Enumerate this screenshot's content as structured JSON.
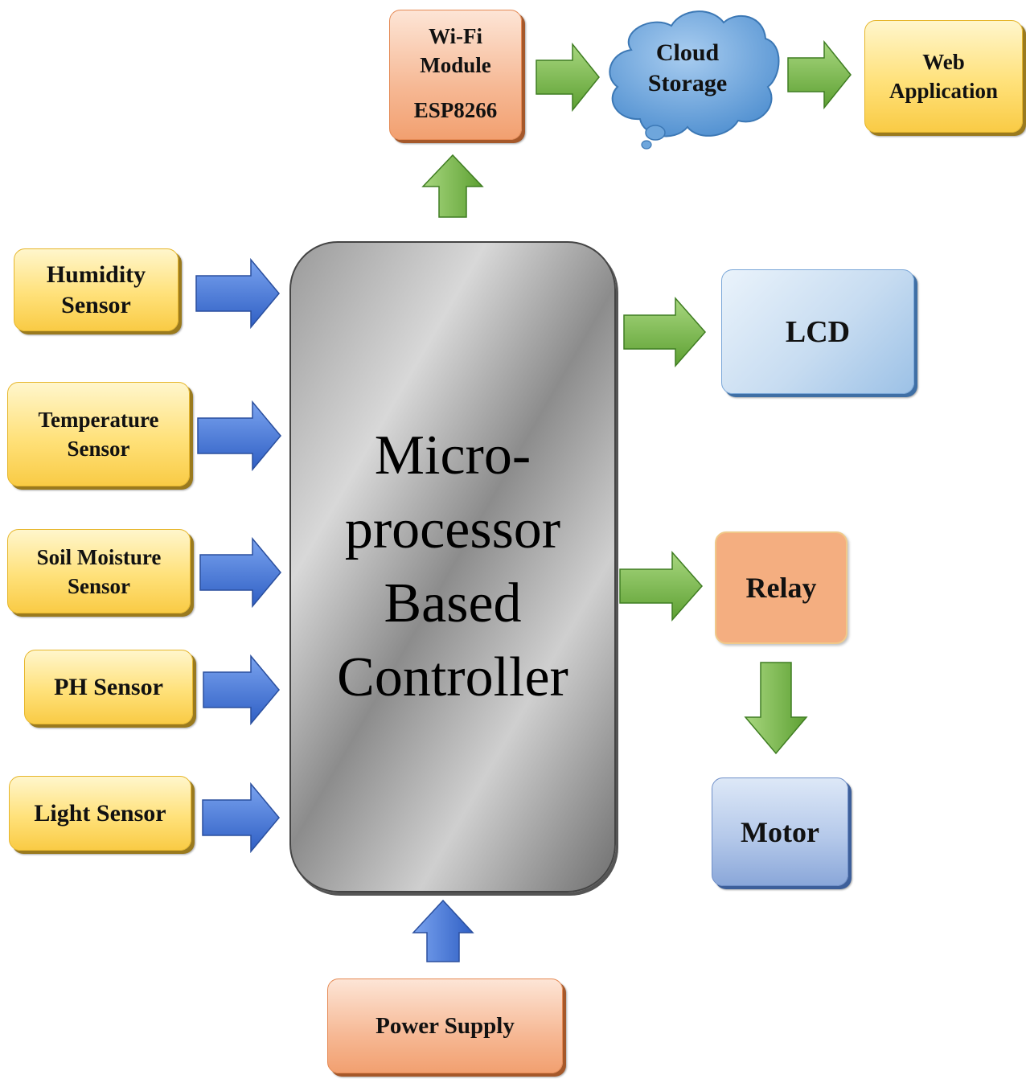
{
  "sensors": {
    "humidity": [
      "Humidity",
      "Sensor"
    ],
    "temperature": [
      "Temperature",
      "Sensor"
    ],
    "soil": [
      "Soil Moisture",
      "Sensor"
    ],
    "ph": "PH Sensor",
    "light": "Light Sensor"
  },
  "controller": [
    "Micro-",
    "processor",
    "Based",
    "Controller"
  ],
  "wifi": [
    "Wi-Fi",
    "Module",
    "ESP8266"
  ],
  "cloud": [
    "Cloud",
    "Storage"
  ],
  "web": [
    "Web",
    "Application"
  ],
  "lcd": "LCD",
  "relay": "Relay",
  "motor": "Motor",
  "power": "Power Supply",
  "colors": {
    "input_arrow": "#3f6fd1",
    "output_arrow": "#6bb03f",
    "cloud": "#5b9bd5",
    "sensor_box": "#ffe17a",
    "controller": "#a9a9a9"
  }
}
